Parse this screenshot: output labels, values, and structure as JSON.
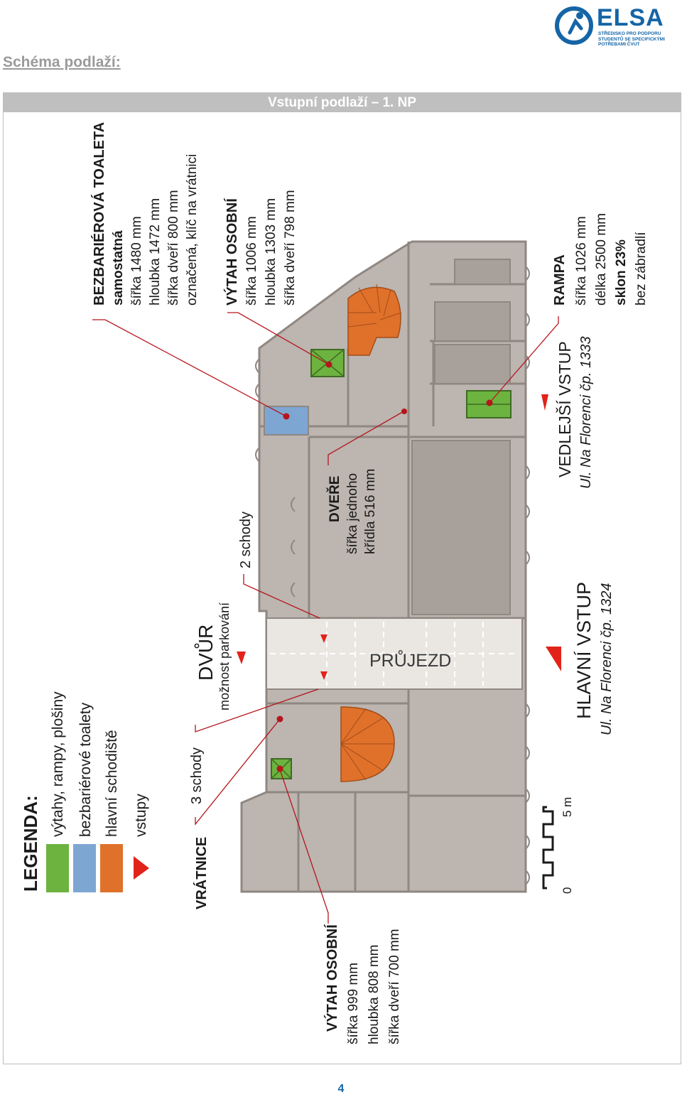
{
  "logo": {
    "word": "ELSA",
    "subtitle_lines": [
      "STŘEDISKO PRO PODPORU",
      "STUDENTŮ SE SPECIFICKÝMI",
      "POTŘEBAMI ČVUT"
    ]
  },
  "page_title": "Schéma podlaží:",
  "floor_title": "Vstupní podlaží – 1. NP",
  "legend": {
    "title": "LEGENDA:",
    "items": [
      {
        "label": "výtahy, rampy, plošiny",
        "color": "#6cb33f"
      },
      {
        "label": "bezbariérové toalety",
        "color": "#7ea6d3"
      },
      {
        "label": "hlavní schodiště",
        "color": "#e0712b"
      },
      {
        "label": "vstupy",
        "color": "#e2231a",
        "shape": "triangle"
      }
    ]
  },
  "labels": {
    "wc_title": "BEZBARIÉROVÁ TOALETA",
    "wc_lines": [
      "samostatná",
      "šířka 1480 mm",
      "hloubka 1472 mm",
      "šířka dveří 800 mm",
      "označená, klíč na vrátnici"
    ],
    "lift1_title": "VÝTAH OSOBNÍ",
    "lift1_lines": [
      "šířka 1006 mm",
      "hloubka 1303 mm",
      "šířka dveří 798 mm"
    ],
    "ramp_title": "RAMPA",
    "ramp_lines": [
      "šířka 1026 mm",
      "délka 2500 mm",
      "sklon 23%",
      "bez zábradlí"
    ],
    "side_entry_title": "VEDLEJŠÍ VSTUP",
    "side_entry_sub": "Ul. Na Florenci čp. 1333",
    "door_title": "DVEŘE",
    "door_lines": [
      "šířka jednoho",
      "křídla 516 mm"
    ],
    "two_steps": "2 schody",
    "yard_title": "DVŮR",
    "yard_sub": "možnost parkování",
    "passage": "PRŮJEZD",
    "main_entry_title": "HLAVNÍ VSTUP",
    "main_entry_sub": "Ul. Na Florenci čp. 1324",
    "three_steps": "3 schody",
    "porter": "VRÁTNICE",
    "lift2_title": "VÝTAH OSOBNÍ",
    "lift2_lines": [
      "šířka 999 mm",
      "hloubka 808 mm",
      "šířka dveří 700 mm"
    ],
    "scale_zero": "0",
    "scale_five": "5 m"
  },
  "colors": {
    "floor": "#bcb5b0",
    "wall": "#8f8782",
    "lift": "#6cb33f",
    "wc": "#7ea6d3",
    "stairs": "#e0712b",
    "marker": "#b5161c",
    "triangle": "#e2231a",
    "passage": "#eae7e3"
  },
  "page_number": "4"
}
